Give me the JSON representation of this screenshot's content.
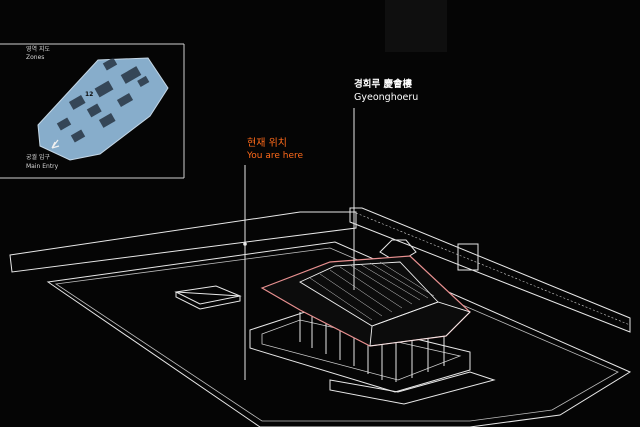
{
  "zones_map": {
    "title_ko": "영역 지도",
    "title_en": "Zones",
    "zone_number": "12",
    "entry_ko": "궁궐 입구",
    "entry_en": "Main Entry"
  },
  "you_are_here": {
    "label_ko": "현재 위치",
    "label_en": "You are here"
  },
  "pavilion": {
    "label_ko": "경회루 慶會樓",
    "label_en": "Gyeonghoeru"
  },
  "colors": {
    "background": "#050505",
    "line": "#e8e8e8",
    "map_fill": "#8fb6d6",
    "accent_orange": "#ff6a1a",
    "roof_edge": "#e89090"
  },
  "icons": [
    "entry-arrow-icon"
  ]
}
